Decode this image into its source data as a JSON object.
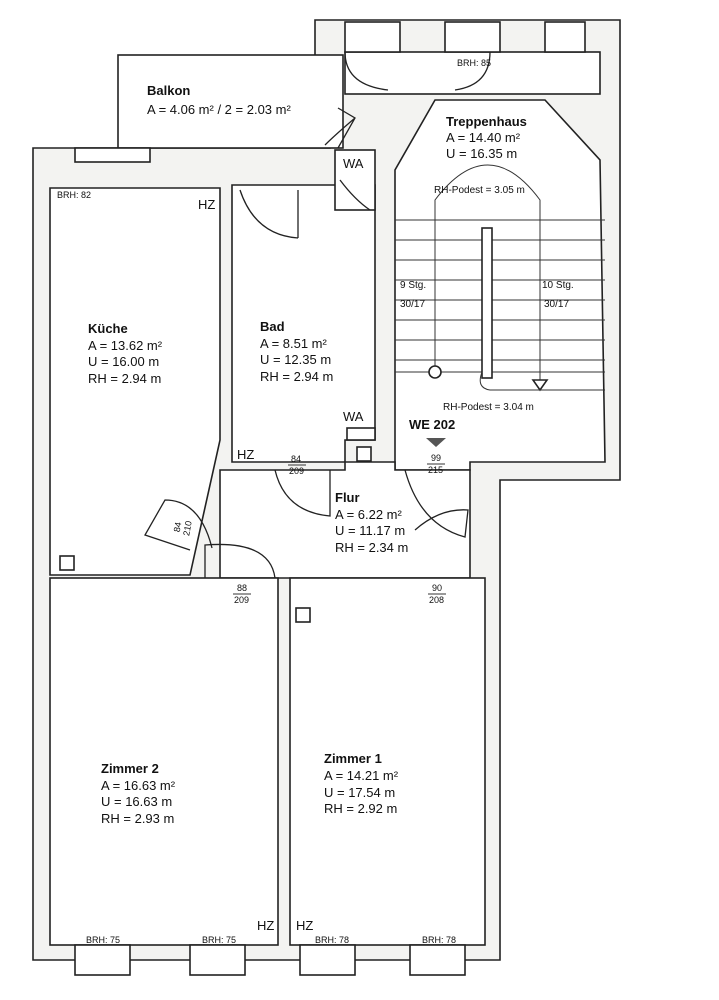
{
  "rooms": {
    "balkon": {
      "name": "Balkon",
      "area": "A = 4.06 m² / 2 = 2.03 m²"
    },
    "treppenhaus": {
      "name": "Treppenhaus",
      "area": "A = 14.40 m²",
      "perimeter": "U = 16.35 m",
      "podest_top": "RH-Podest = 3.05 m",
      "podest_bottom": "RH-Podest = 3.04 m",
      "stairs_left": "9 Stg.",
      "stairs_left_ratio": "30/17",
      "stairs_right": "10 Stg.",
      "stairs_right_ratio": "30/17",
      "brh": "BRH: 85"
    },
    "kueche": {
      "name": "Küche",
      "area": "A = 13.62 m²",
      "perimeter": "U = 16.00 m",
      "height": "RH = 2.94 m",
      "brh": "BRH: 82"
    },
    "bad": {
      "name": "Bad",
      "area": "A = 8.51 m²",
      "perimeter": "U = 12.35 m",
      "height": "RH = 2.94 m"
    },
    "flur": {
      "name": "Flur",
      "area": "A = 6.22 m²",
      "perimeter": "U = 11.17 m",
      "height": "RH = 2.34 m"
    },
    "zimmer2": {
      "name": "Zimmer 2",
      "area": "A = 16.63 m²",
      "perimeter": "U = 16.63 m",
      "height": "RH = 2.93 m",
      "brh_left": "BRH: 75",
      "brh_right": "BRH: 75"
    },
    "zimmer1": {
      "name": "Zimmer 1",
      "area": "A = 14.21 m²",
      "perimeter": "U = 17.54 m",
      "height": "RH = 2.92 m",
      "brh_left": "BRH: 78",
      "brh_right": "BRH: 78"
    }
  },
  "labels": {
    "unit": "WE 202",
    "wa_top": "WA",
    "wa_bottom": "WA",
    "hz": "HZ"
  },
  "doors": {
    "bad": {
      "w": "84",
      "h": "209"
    },
    "kueche": {
      "w": "84",
      "h": "210"
    },
    "entrance": {
      "w": "99",
      "h": "215"
    },
    "zimmer2": {
      "w": "88",
      "h": "209"
    },
    "zimmer1": {
      "w": "90",
      "h": "208"
    }
  }
}
